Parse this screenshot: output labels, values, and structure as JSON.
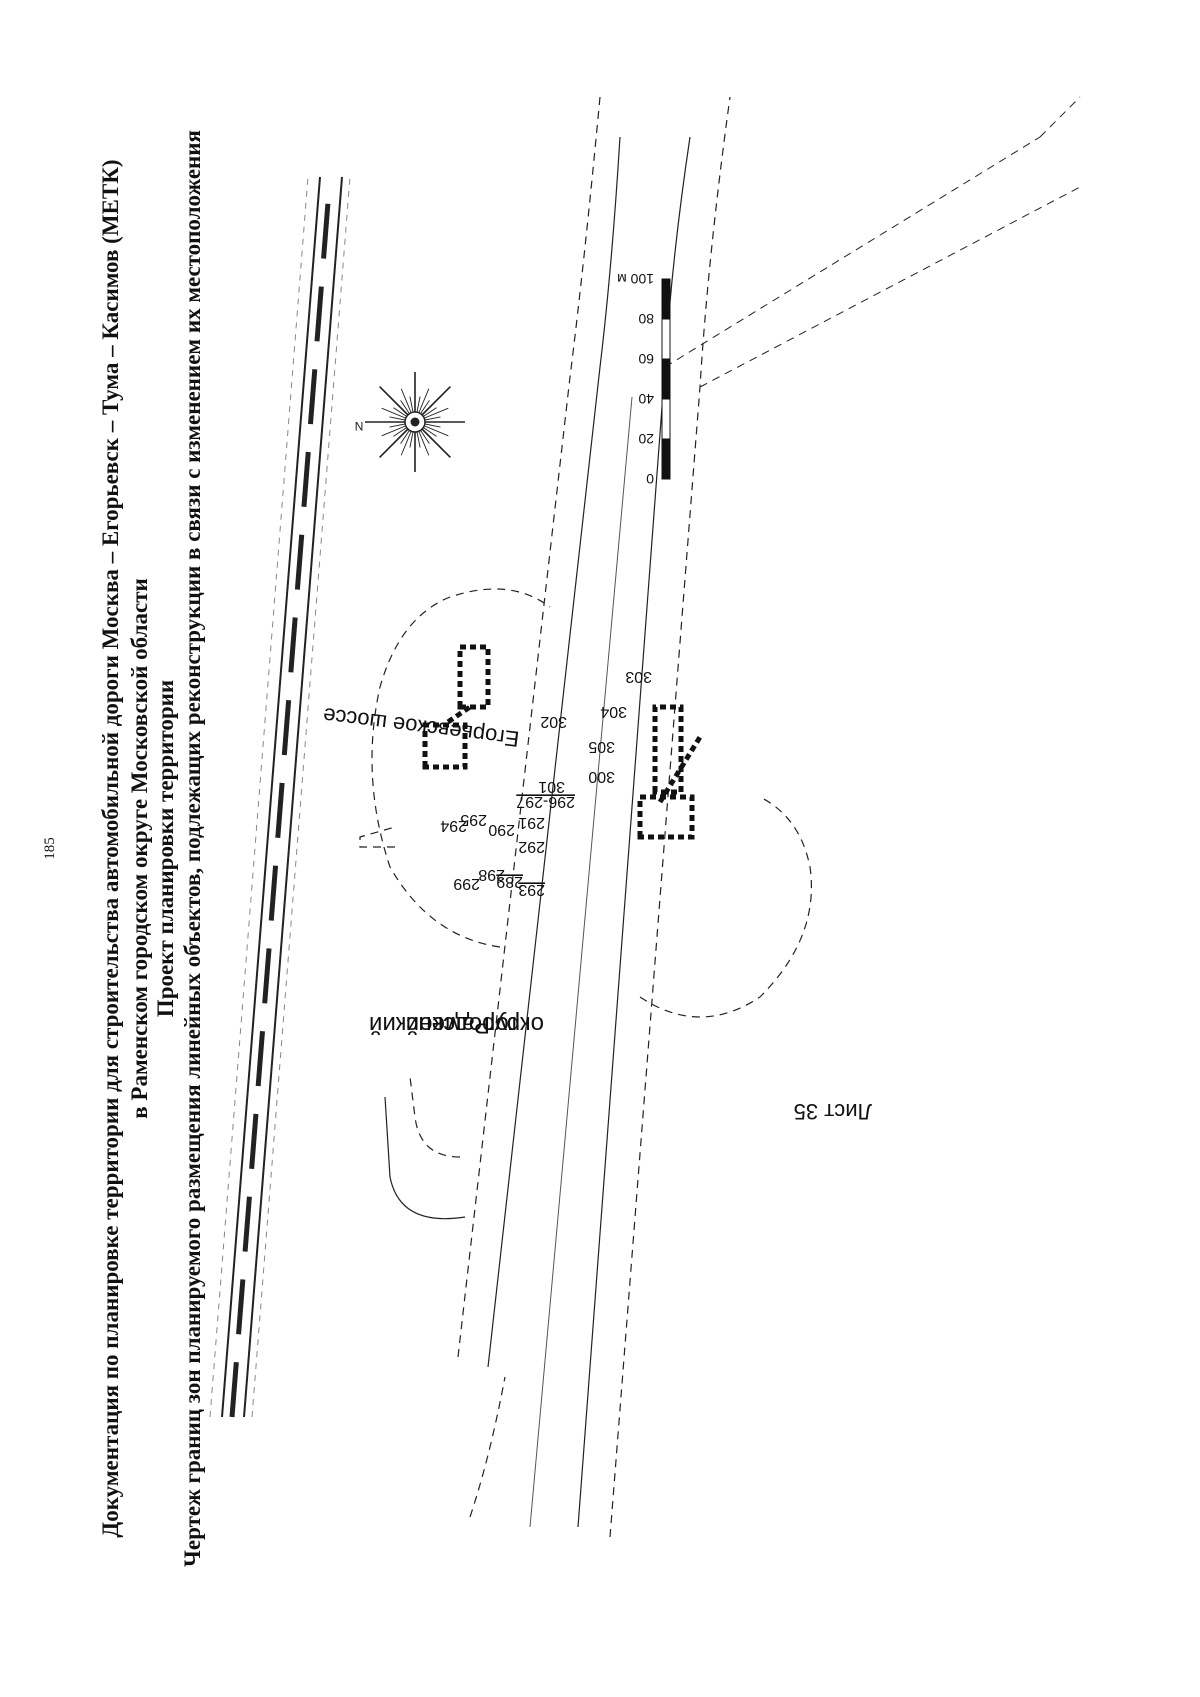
{
  "page_number": "185",
  "title": {
    "line1": "Документация по планировке территории для строительства автомобильной дороги Москва – Егорьевск – Тума – Касимов (МЕТК)",
    "line2": "в Раменском городском округе Московской области",
    "line3": "Проект планировки территории",
    "line4": "Чертеж границ зон планируемого размещения линейных объектов, подлежащих реконструкции в связи с изменением их местоположения"
  },
  "map": {
    "district_label": [
      "Раменский",
      "городской",
      "округ"
    ],
    "road_label": "Егорьевское шоссе",
    "compass": {
      "north": "N"
    },
    "scale_bar": {
      "ticks": [
        "0",
        "20",
        "40",
        "60",
        "80",
        "100 м"
      ],
      "values_m": [
        0,
        20,
        40,
        60,
        80,
        100
      ]
    },
    "object_labels_north": [
      "289",
      "290",
      "291",
      "292",
      "293",
      "294",
      "295",
      "296-297",
      "298",
      "299"
    ],
    "object_labels_south": [
      "300",
      "301",
      "302",
      "303",
      "304",
      "305"
    ],
    "underlined_labels": [
      "289",
      "293",
      "296-297"
    ],
    "sheet_label": "Лист 35"
  },
  "colors": {
    "line": "#222222",
    "hatch": "#111111",
    "background": "#ffffff"
  }
}
